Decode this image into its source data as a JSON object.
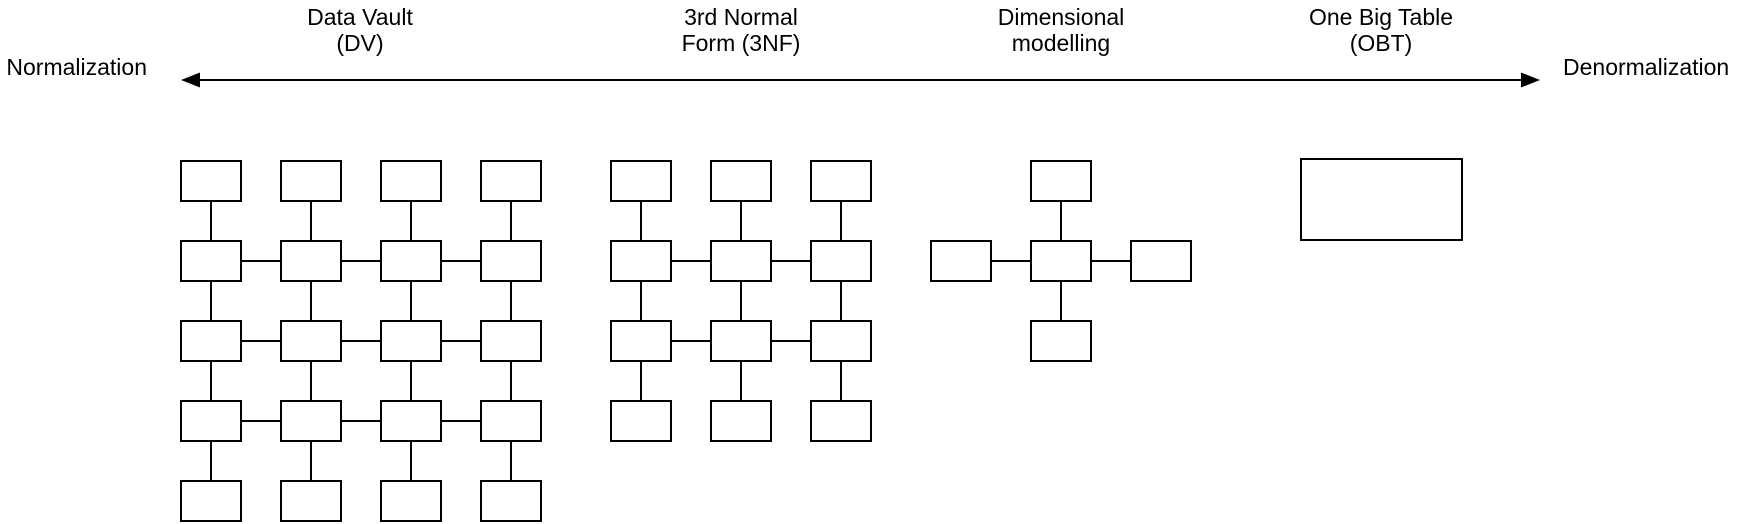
{
  "axis": {
    "left_label": "Normalization",
    "right_label": "Denormalization"
  },
  "style": {
    "stroke_color": "#000000",
    "box_fill": "#ffffff",
    "stroke_width": 2
  },
  "schemas": [
    {
      "name": "data-vault",
      "label_lines": [
        "Data Vault",
        "(DV)"
      ],
      "box_size": [
        60,
        40
      ],
      "boxes": [
        [
          181,
          161
        ],
        [
          281,
          161
        ],
        [
          381,
          161
        ],
        [
          481,
          161
        ],
        [
          181,
          241
        ],
        [
          281,
          241
        ],
        [
          381,
          241
        ],
        [
          481,
          241
        ],
        [
          181,
          321
        ],
        [
          281,
          321
        ],
        [
          381,
          321
        ],
        [
          481,
          321
        ],
        [
          181,
          401
        ],
        [
          281,
          401
        ],
        [
          381,
          401
        ],
        [
          481,
          401
        ],
        [
          181,
          481
        ],
        [
          281,
          481
        ],
        [
          381,
          481
        ],
        [
          481,
          481
        ]
      ],
      "edges": [
        [
          211,
          201,
          211,
          241
        ],
        [
          311,
          201,
          311,
          241
        ],
        [
          411,
          201,
          411,
          241
        ],
        [
          511,
          201,
          511,
          241
        ],
        [
          211,
          281,
          211,
          321
        ],
        [
          311,
          281,
          311,
          321
        ],
        [
          411,
          281,
          411,
          321
        ],
        [
          511,
          281,
          511,
          321
        ],
        [
          211,
          361,
          211,
          401
        ],
        [
          311,
          361,
          311,
          401
        ],
        [
          411,
          361,
          411,
          401
        ],
        [
          511,
          361,
          511,
          401
        ],
        [
          211,
          441,
          211,
          481
        ],
        [
          311,
          441,
          311,
          481
        ],
        [
          411,
          441,
          411,
          481
        ],
        [
          511,
          441,
          511,
          481
        ],
        [
          241,
          261,
          281,
          261
        ],
        [
          341,
          261,
          381,
          261
        ],
        [
          441,
          261,
          481,
          261
        ],
        [
          241,
          341,
          281,
          341
        ],
        [
          341,
          341,
          381,
          341
        ],
        [
          441,
          341,
          481,
          341
        ],
        [
          241,
          421,
          281,
          421
        ],
        [
          341,
          421,
          381,
          421
        ],
        [
          441,
          421,
          481,
          421
        ]
      ]
    },
    {
      "name": "third-normal-form",
      "label_lines": [
        "3rd Normal",
        "Form (3NF)"
      ],
      "box_size": [
        60,
        40
      ],
      "boxes": [
        [
          611,
          161
        ],
        [
          711,
          161
        ],
        [
          811,
          161
        ],
        [
          611,
          241
        ],
        [
          711,
          241
        ],
        [
          811,
          241
        ],
        [
          611,
          321
        ],
        [
          711,
          321
        ],
        [
          811,
          321
        ],
        [
          611,
          401
        ],
        [
          711,
          401
        ],
        [
          811,
          401
        ]
      ],
      "edges": [
        [
          641,
          201,
          641,
          241
        ],
        [
          741,
          201,
          741,
          241
        ],
        [
          841,
          201,
          841,
          241
        ],
        [
          641,
          281,
          641,
          321
        ],
        [
          741,
          281,
          741,
          321
        ],
        [
          841,
          281,
          841,
          321
        ],
        [
          641,
          361,
          641,
          401
        ],
        [
          741,
          361,
          741,
          401
        ],
        [
          841,
          361,
          841,
          401
        ],
        [
          671,
          261,
          711,
          261
        ],
        [
          771,
          261,
          811,
          261
        ],
        [
          671,
          341,
          711,
          341
        ],
        [
          771,
          341,
          811,
          341
        ]
      ]
    },
    {
      "name": "dimensional-modelling",
      "label_lines": [
        "Dimensional",
        "modelling"
      ],
      "box_size": [
        60,
        40
      ],
      "boxes": [
        [
          1031,
          161
        ],
        [
          931,
          241
        ],
        [
          1031,
          241
        ],
        [
          1131,
          241
        ],
        [
          1031,
          321
        ]
      ],
      "edges": [
        [
          1061,
          201,
          1061,
          241
        ],
        [
          991,
          261,
          1031,
          261
        ],
        [
          1091,
          261,
          1131,
          261
        ],
        [
          1061,
          281,
          1061,
          321
        ]
      ]
    },
    {
      "name": "one-big-table",
      "label_lines": [
        "One Big Table",
        "(OBT)"
      ],
      "box_size": [
        161,
        81
      ],
      "boxes": [
        [
          1301,
          159
        ]
      ],
      "edges": []
    }
  ]
}
